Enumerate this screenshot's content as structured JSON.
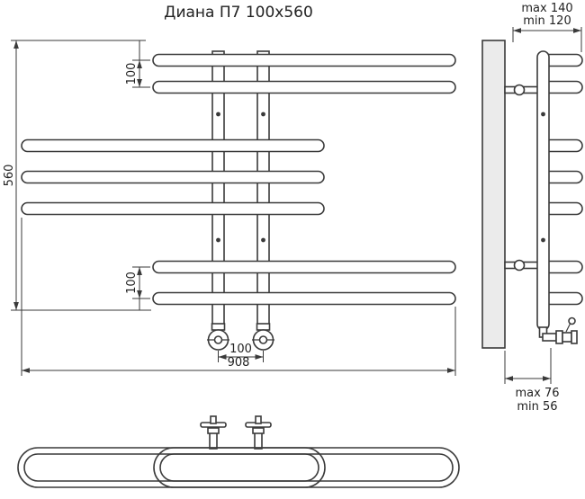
{
  "title": "Диана П7 100x560",
  "front_view": {
    "height_label": "560",
    "top_spacing_label": "100",
    "bottom_spacing_label": "100",
    "valve_spacing_label": "100",
    "width_label": "908"
  },
  "side_view": {
    "depth_max_label": "max 140",
    "depth_min_label": "min 120",
    "valve_depth_max_label": "max 76",
    "valve_depth_min_label": "min 56"
  },
  "colors": {
    "line": "#3a3a3a",
    "text": "#222222",
    "wall_plate_fill": "#ebebeb",
    "background": "#ffffff"
  }
}
